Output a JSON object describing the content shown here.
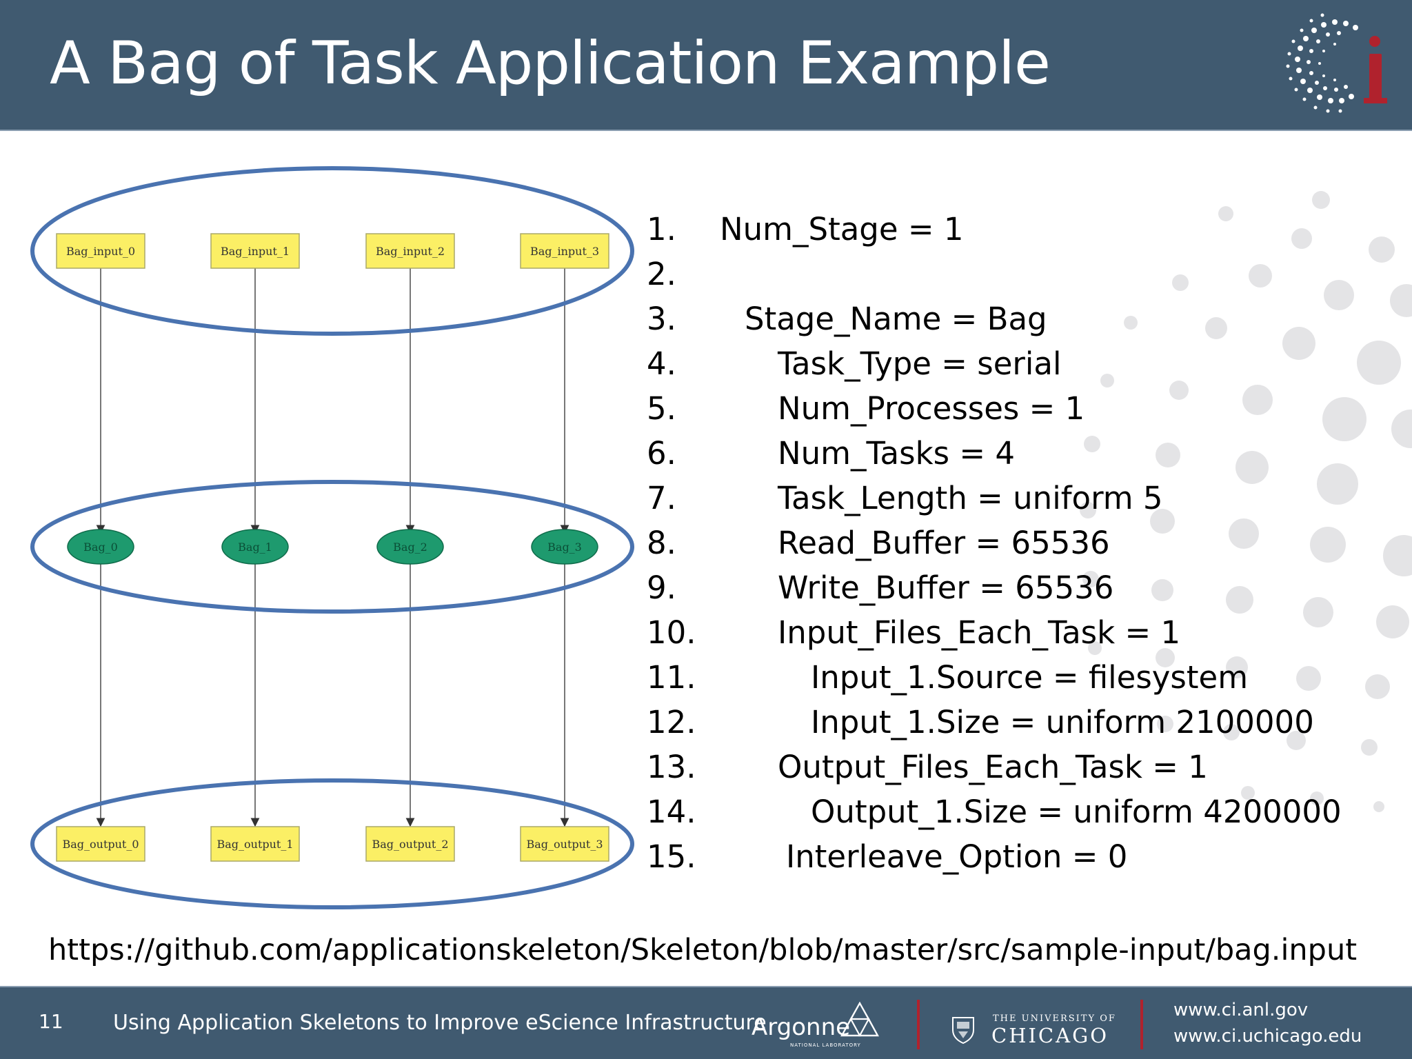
{
  "slide": {
    "title": "A Bag of Task Application Example",
    "logo_text": "Ci"
  },
  "diagram": {
    "input_nodes": [
      "Bag_input_0",
      "Bag_input_1",
      "Bag_input_2",
      "Bag_input_3"
    ],
    "task_nodes": [
      "Bag_0",
      "Bag_1",
      "Bag_2",
      "Bag_3"
    ],
    "output_nodes": [
      "Bag_output_0",
      "Bag_output_1",
      "Bag_output_2",
      "Bag_output_3"
    ],
    "colors": {
      "file_node_fill": "#fbef65",
      "task_node_fill": "#1e9a6e",
      "group_ellipse_stroke": "#4a73b0",
      "edge": "#555555"
    }
  },
  "config": {
    "lines": [
      {
        "num": "1.",
        "text": "Num_Stage = 1"
      },
      {
        "num": "2.",
        "text": ""
      },
      {
        "num": "3.",
        "text": "Stage_Name = Bag"
      },
      {
        "num": "4.",
        "text": "Task_Type = serial"
      },
      {
        "num": "5.",
        "text": "Num_Processes = 1"
      },
      {
        "num": "6.",
        "text": "Num_Tasks = 4"
      },
      {
        "num": "7.",
        "text": "Task_Length = uniform 5"
      },
      {
        "num": "8.",
        "text": "Read_Buffer = 65536"
      },
      {
        "num": "9.",
        "text": "Write_Buffer = 65536"
      },
      {
        "num": "10.",
        "text": "Input_Files_Each_Task = 1"
      },
      {
        "num": "11.",
        "text": "Input_1.Source = filesystem"
      },
      {
        "num": "12.",
        "text": "Input_1.Size = uniform 2100000"
      },
      {
        "num": "13.",
        "text": "Output_Files_Each_Task = 1"
      },
      {
        "num": "14.",
        "text": "Output_1.Size = uniform 4200000"
      },
      {
        "num": "15.",
        "text": "Interleave_Option = 0"
      }
    ],
    "url": "https://github.com/applicationskeleton/Skeleton/blob/master/src/sample-input/bag.input"
  },
  "footer": {
    "page_number": "11",
    "title": "Using Application Skeletons to Improve eScience Infrastructure",
    "argonne_name": "Argonne",
    "argonne_sub": "NATIONAL LABORATORY",
    "uchicago_line1": "THE UNIVERSITY OF",
    "uchicago_line2": "CHICAGO",
    "links": [
      "www.ci.anl.gov",
      "www.ci.uchicago.edu"
    ]
  },
  "colors": {
    "header_bg": "#405a70",
    "accent_red": "#b0222d"
  }
}
